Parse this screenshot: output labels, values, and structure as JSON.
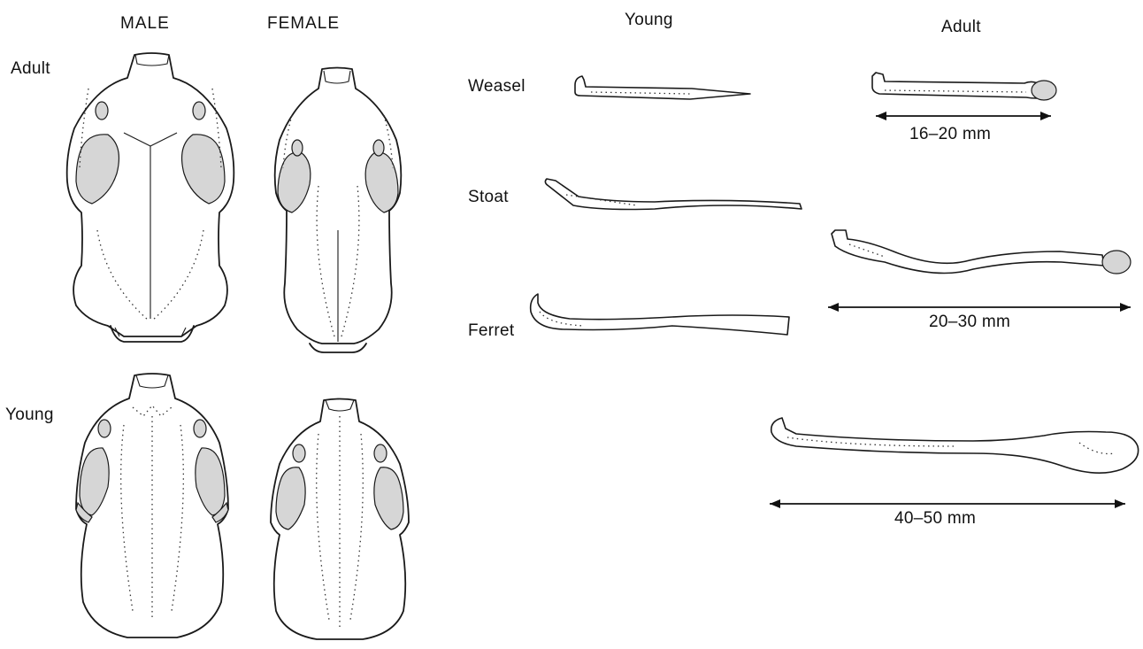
{
  "headers": {
    "male": "MALE",
    "female": "FEMALE",
    "young": "Young",
    "adult": "Adult"
  },
  "row_labels": {
    "adult": "Adult",
    "young": "Young"
  },
  "species": {
    "weasel": "Weasel",
    "stoat": "Stoat",
    "ferret": "Ferret"
  },
  "measurements": {
    "weasel": "16–20 mm",
    "stoat": "20–30 mm",
    "ferret": "40–50 mm"
  }
}
